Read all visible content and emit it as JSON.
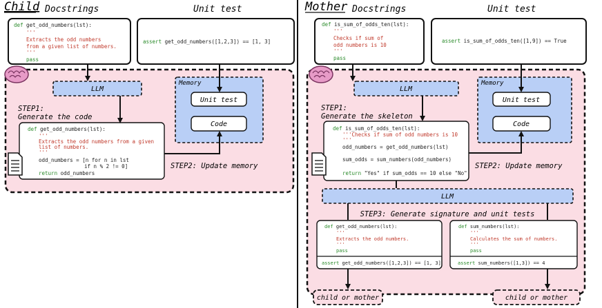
{
  "colors": {
    "pink": "#fbdde4",
    "blue": "#b9cff6",
    "keyword": "#2a8a2a",
    "docstring": "#c0392b",
    "text": "#222222",
    "brain": "#e79bc7"
  },
  "child": {
    "title": "Child",
    "docstrings_label": "Docstrings",
    "unit_test_label": "Unit test",
    "doc_box": [
      "def get_odd_numbers(lst):",
      "'''",
      "Extracts the odd numbers",
      "from a given list of numbers.",
      "'''",
      "pass"
    ],
    "unit_test": "assert get_odd_numbers([1,2,3]) == [1, 3]",
    "llm": "LLM",
    "memory": "Memory",
    "memory_unit_test": "Unit test",
    "memory_code": "Code",
    "step1_a": "STEP1:",
    "step1_b": "Generate the code",
    "code_box": [
      "def get_odd_numbers(lst):",
      "'''",
      "Extracts the odd numbers from a given",
      "list of numbers.",
      "'''",
      "odd_numbers = [n for n in lst",
      "if n % 2 != 0]",
      "return odd_numbers"
    ],
    "step2": "STEP2: Update memory"
  },
  "mother": {
    "title": "Mother",
    "docstrings_label": "Docstrings",
    "unit_test_label": "Unit test",
    "doc_box": [
      "def is_sum_of_odds_ten(lst):",
      "'''",
      "Checks if sum of",
      "odd numbers is 10",
      "'''",
      "pass"
    ],
    "unit_test": "assert is_sum_of_odds_ten([1,9]) == True",
    "llm": "LLM",
    "memory": "Memory",
    "memory_unit_test": "Unit test",
    "memory_code": "Code",
    "step1_a": "STEP1:",
    "step1_b": "Generate the skeleton",
    "code_box": [
      "def is_sum_of_odds_ten(lst):",
      "'''Checks if sum of odd numbers is 10",
      "'''",
      "odd_numbers = get_odd_numbers(lst)",
      "sum_odds = sum_numbers(odd_numbers)",
      "return \"Yes\" if sum_odds == 10 else \"No\""
    ],
    "step2": "STEP2: Update memory",
    "llm2": "LLM",
    "step3": "STEP3: Generate signature and unit tests",
    "sub_left": [
      "def get_odd_numbers(lst):",
      "'''",
      "Extracts the odd numbers.",
      "'''",
      "pass"
    ],
    "sub_left_test": "assert get_odd_numbers([1,2,3]) == [1, 3]",
    "sub_right": [
      "def sum_numbers(lst):",
      "'''",
      "Calculates the sum of numbers.",
      "'''",
      "pass"
    ],
    "sub_right_test": "assert sum_numbers([1,3]) == 4",
    "out_left": "child or mother",
    "out_right": "child or mother"
  }
}
